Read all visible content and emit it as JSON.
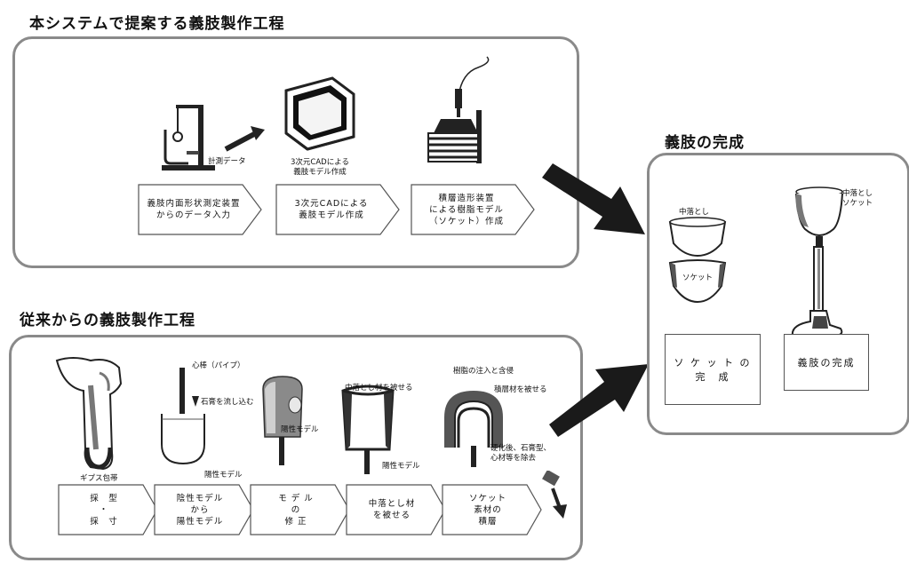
{
  "proposed": {
    "heading": "本システムで提案する義肢製作工程",
    "steps": [
      "義肢内面形状測定装置\nからのデータ入力",
      "3次元CADによる\n義肢モデル作成",
      "積層造形装置\nによる樹脂モデル\n（ソケット）作成"
    ],
    "labels": {
      "measure": "計測データ",
      "cad": "3次元CADによる\n義肢モデル作成"
    }
  },
  "conventional": {
    "heading": "従来からの義肢製作工程",
    "steps": [
      "採　型\n・\n採　寸",
      "陰性モデル\nから\n陽性モデル",
      "モ デ ル\nの\n修 正",
      "中落とし材\nを被せる",
      "ソケット\n素材の\n積層"
    ],
    "labels": {
      "gypsum": "ギプス包帯",
      "core": "心棒（パイプ）",
      "pour": "石膏を流し込む",
      "positive1": "陽性モデル",
      "positive2": "陽性モデル",
      "positive3": "陽性モデル",
      "cover": "中落とし材を被せる",
      "resin": "樹脂の注入と含侵",
      "sheet": "積層材を被せる",
      "materials": "硬化後、石膏型、\n心材等を除去"
    }
  },
  "completion": {
    "heading": "義肢の完成",
    "labels": {
      "nakaotoshi": "中落とし",
      "socket": "ソケット",
      "nakaotoshi_socket": "中落とし\nソケット"
    },
    "boxes": [
      "ソ ケ ッ ト の\n完　成",
      "義肢の完成"
    ]
  }
}
